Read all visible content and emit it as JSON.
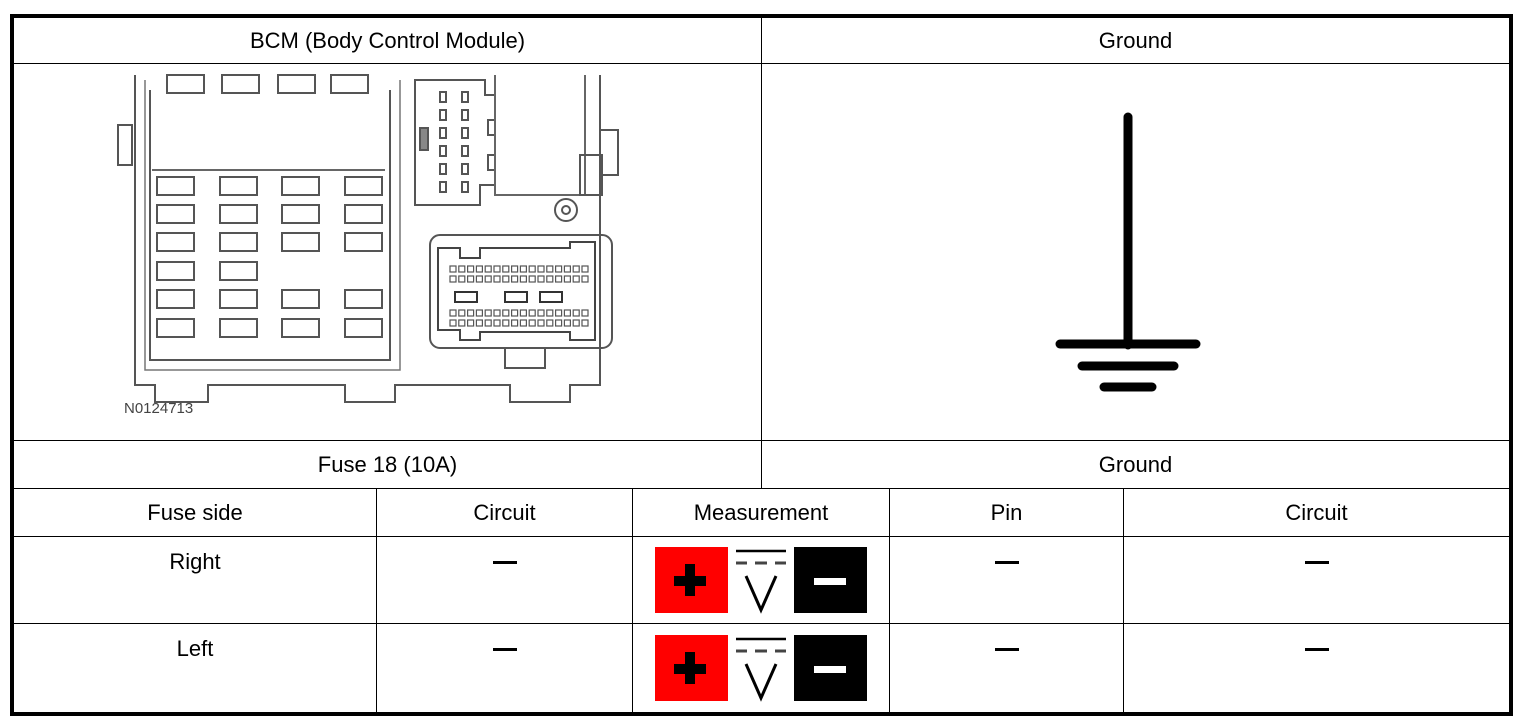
{
  "top_table": {
    "left_header": "BCM (Body Control Module)",
    "right_header": "Ground",
    "diagram_label": "N0124713",
    "diagram_icon": "bcm-fuse-box-diagram",
    "ground_icon": "ground-symbol-icon"
  },
  "sub_headers": {
    "left": "Fuse 18 (10A)",
    "right": "Ground"
  },
  "columns": [
    "Fuse side",
    "Circuit",
    "Measurement",
    "Pin",
    "Circuit"
  ],
  "rows": [
    {
      "fuse_side": "Right",
      "circuit": "—",
      "measurement_icon": "dc-voltage-measurement-icon",
      "pin": "—",
      "ground_circuit": "—"
    },
    {
      "fuse_side": "Left",
      "circuit": "—",
      "measurement_icon": "dc-voltage-measurement-icon",
      "pin": "—",
      "ground_circuit": "—"
    }
  ],
  "colors": {
    "positive": "#ff0000",
    "negative": "#000000",
    "border": "#000000"
  }
}
